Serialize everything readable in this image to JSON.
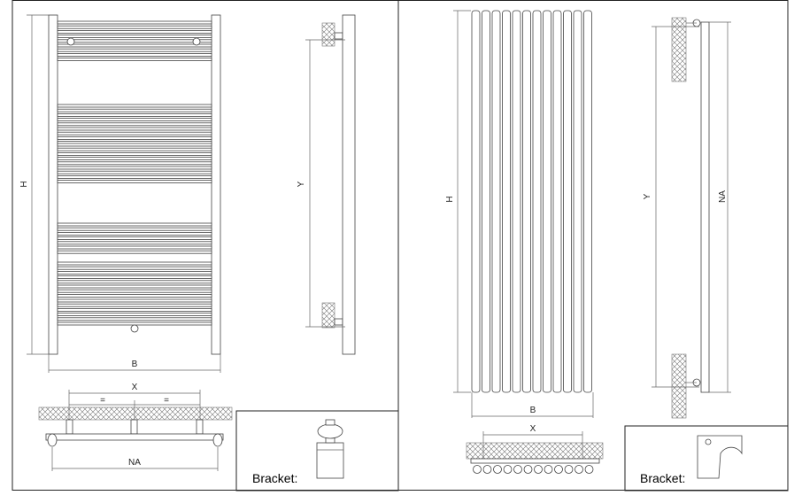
{
  "left_panel": {
    "labels": {
      "height": "H",
      "width": "B",
      "wall_distance_y": "Y",
      "bracket_spacing": "X",
      "equal_left": "=",
      "equal_right": "=",
      "center_distance": "NA"
    },
    "bracket_caption": "Bracket:"
  },
  "right_panel": {
    "labels": {
      "height": "H",
      "wall_distance_y": "Y",
      "center_distance": "NA",
      "width": "B",
      "bracket_spacing": "X"
    },
    "bracket_caption": "Bracket:"
  }
}
